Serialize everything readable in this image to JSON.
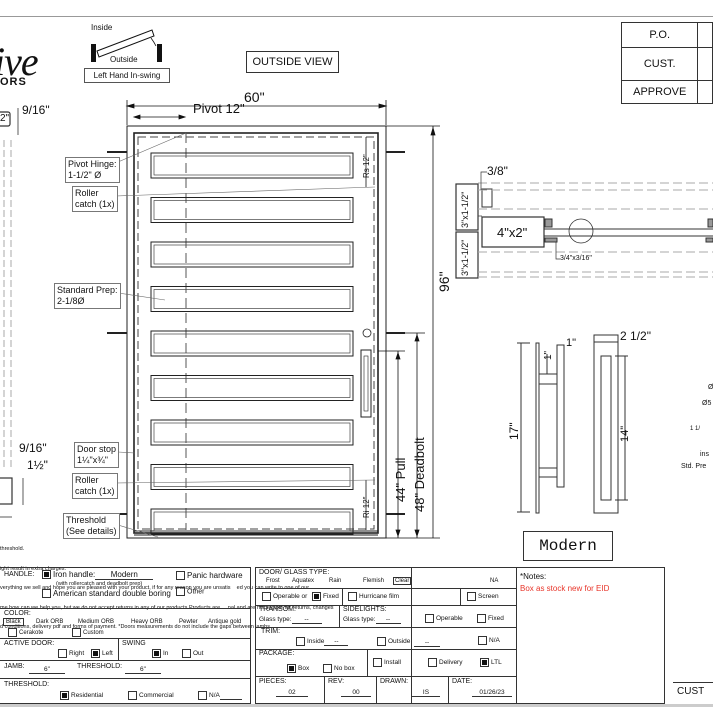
{
  "header": {
    "logo_script": "ive",
    "logo_sub": "ORS",
    "swing_diagram": {
      "inside": "Inside",
      "outside": "Outside",
      "caption": "Left Hand In-swing"
    },
    "view_label": "OUTSIDE VIEW"
  },
  "approval_table": {
    "rows": [
      "P.O.",
      "CUST.",
      "APPROVE"
    ]
  },
  "door_drawing": {
    "width": "60\"",
    "pivot": "Pivot 12\"",
    "height": "96\"",
    "pull": "44\" Pull",
    "deadbolt": "48\" Deadbolt",
    "rs": "Rs 12\"",
    "ri": "Ri 12\"",
    "panel_count": 9,
    "callouts": [
      {
        "id": "pivot-hinge",
        "lines": [
          "Pivot Hinge:",
          "1-1/2\" Ø"
        ]
      },
      {
        "id": "roller-catch-top",
        "lines": [
          "Roller",
          "catch (1x)"
        ]
      },
      {
        "id": "standard-prep",
        "lines": [
          "Standard Prep:",
          "2-1/8Ø"
        ]
      },
      {
        "id": "door-stop",
        "lines": [
          "Door stop",
          "1¼\"x¾\""
        ]
      },
      {
        "id": "roller-catch-bottom",
        "lines": [
          "Roller",
          "catch (1x)"
        ]
      },
      {
        "id": "threshold",
        "lines": [
          "Threshold",
          "(See details)"
        ]
      }
    ]
  },
  "left_section": {
    "dim_top": "9/16\"",
    "dim_label": "2\"",
    "dim_mid": "9/16\"",
    "dim_half": "1½\""
  },
  "section_detail": {
    "dim_3_8": "3/8\"",
    "jamb_a": "3\"x1-1/2\"",
    "jamb_b": "3\"x1-1/2\"",
    "stile": "4\"x2\"",
    "stop": "3/4\"x3/16\""
  },
  "handle_detail": {
    "length": "17\"",
    "offset": "1\"",
    "depth": "1\"",
    "width": "2 1/2\"",
    "grip": "14\"",
    "style": "Modern"
  },
  "right_partial_notes": [
    "Ø",
    "Ø5",
    "1 1/",
    "ins",
    "Std. Pre"
  ],
  "disclaimer": [
    "threshold.",
    "ight result in extra charges.",
    "verything we sell and hope you are pleased with your product, if for any reason you are unsatis    ed you can write to one of our",
    "me how can we help you, but we do not accept returns in any of our products.Products are     nal and are not eligible for returns, changes",
    "d conditions, delivery pdf and forms of payment. *Doors measurements do not include the gaps between jambs"
  ],
  "form": {
    "handle": {
      "label": "HANDLE:",
      "iron_handle": "Iron handle:",
      "iron_handle_value": "Modern",
      "iron_handle_sub": "(with rollercatch and deadbolt prep)",
      "american": "American standard double boring",
      "panic": "Panic hardware",
      "other": "Other"
    },
    "color": {
      "label": "COLOR:",
      "options": [
        "Black",
        "Dark ORB",
        "Medium ORB",
        "Heavy ORB",
        "Pewter",
        "Antique gold"
      ],
      "selected": "Black",
      "cerakote": "Cerakote",
      "custom": "Custom"
    },
    "active_door": {
      "label": "ACTIVE DOOR:",
      "right": "Right",
      "left": "Left",
      "selected": "Left"
    },
    "swing": {
      "label": "SWING",
      "in": "In",
      "out": "Out",
      "selected": "In"
    },
    "jamb": {
      "label": "JAMB:",
      "value": "6\""
    },
    "threshold_size": {
      "label": "THRESHOLD:",
      "value": "6\""
    },
    "threshold_type": {
      "label": "THRESHOLD:",
      "residential": "Residential",
      "commercial": "Commercial",
      "na": "N/A",
      "selected": "Residential"
    },
    "glass": {
      "label": "DOOR/ GLASS TYPE:",
      "options": [
        "Frost",
        "Aquatex",
        "Rain",
        "Flemish",
        "Clear",
        "NA"
      ],
      "selected": "Clear",
      "operable": "Operable  or",
      "fixed": "Fixed",
      "fixed_selected": true,
      "hurricane": "Hurricane film",
      "screen": "Screen"
    },
    "transom": {
      "label": "TRANSOM:",
      "glass_label": "Glass type:",
      "glass_value": "--"
    },
    "sidelights": {
      "label": "SIDELIGHTS:",
      "glass_label": "Glass type:",
      "glass_value": "--",
      "operable": "Operable",
      "fixed": "Fixed"
    },
    "trim": {
      "label": "TRIM:",
      "inside": "Inside",
      "inside_value": "--",
      "outside": "Outside",
      "outside_value": "--",
      "na": "N/A"
    },
    "package": {
      "label": "PACKAGE:",
      "box": "Box",
      "no_box": "No box",
      "selected": "Box",
      "install": "Install",
      "delivery": "Delivery",
      "ltl": "LTL",
      "ltl_selected": true
    },
    "pieces": {
      "label": "PIECES:",
      "value": "02"
    },
    "rev": {
      "label": "REV:",
      "value": "00"
    },
    "drawn": {
      "label": "DRAWN:",
      "value": "IS"
    },
    "date": {
      "label": "DATE:",
      "value": "01/26/23"
    }
  },
  "notes": {
    "label": "*Notes:",
    "text": "Box as stock new for EID",
    "text_color": "#e8352a"
  },
  "footer": {
    "cust": "CUST"
  }
}
